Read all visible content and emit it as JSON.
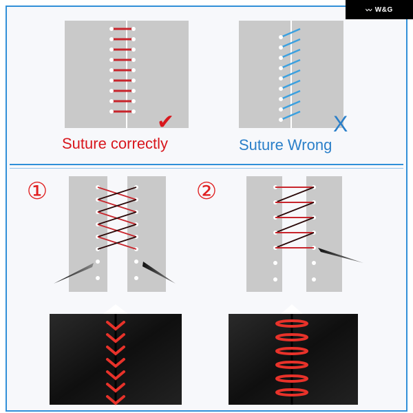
{
  "brand": {
    "logo_text": "W&G"
  },
  "top": {
    "correct_label": "Suture correctly",
    "wrong_label": "Suture Wrong",
    "check_mark": "✔",
    "cross_mark": "X"
  },
  "steps": [
    {
      "number": "①"
    },
    {
      "number": "②"
    }
  ],
  "colors": {
    "frame": "#2f8fd8",
    "correct": "#d8171d",
    "wrong": "#2a7fc9",
    "thread_red": "#c8242b",
    "thread_blue": "#3aa0e0",
    "strip": "#c9c9c9",
    "leather": "#1a1a1a"
  }
}
